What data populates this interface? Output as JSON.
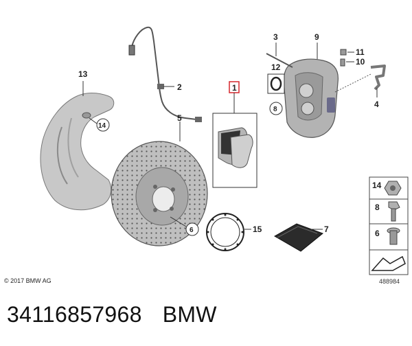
{
  "callouts": {
    "n1": "1",
    "n2": "2",
    "n3": "3",
    "n4": "4",
    "n5": "5",
    "n6": "6",
    "n7": "7",
    "n8": "8",
    "n9": "9",
    "n10": "10",
    "n11": "11",
    "n12": "12",
    "n13": "13",
    "n14": "14",
    "n15": "15"
  },
  "hardware_panel": {
    "row1": "14",
    "row2": "8",
    "row3": "6"
  },
  "copyright": "© 2017 BMW AG",
  "diagram_id": "488984",
  "caption": {
    "part_number": "34116857968",
    "brand": "BMW"
  },
  "colors": {
    "highlight": "#d6262c",
    "part_gray": "#b8b8b8",
    "ink": "#222222"
  }
}
